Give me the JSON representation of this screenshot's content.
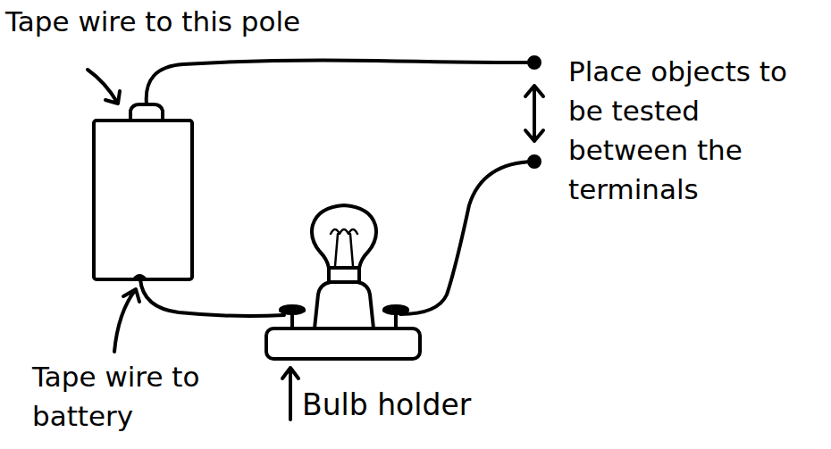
{
  "diagram": {
    "labels": [
      "Tape wire to this pole",
      "Place objects to be tested between the terminals",
      "Tape wire to battery",
      "Bulb holder"
    ]
  }
}
